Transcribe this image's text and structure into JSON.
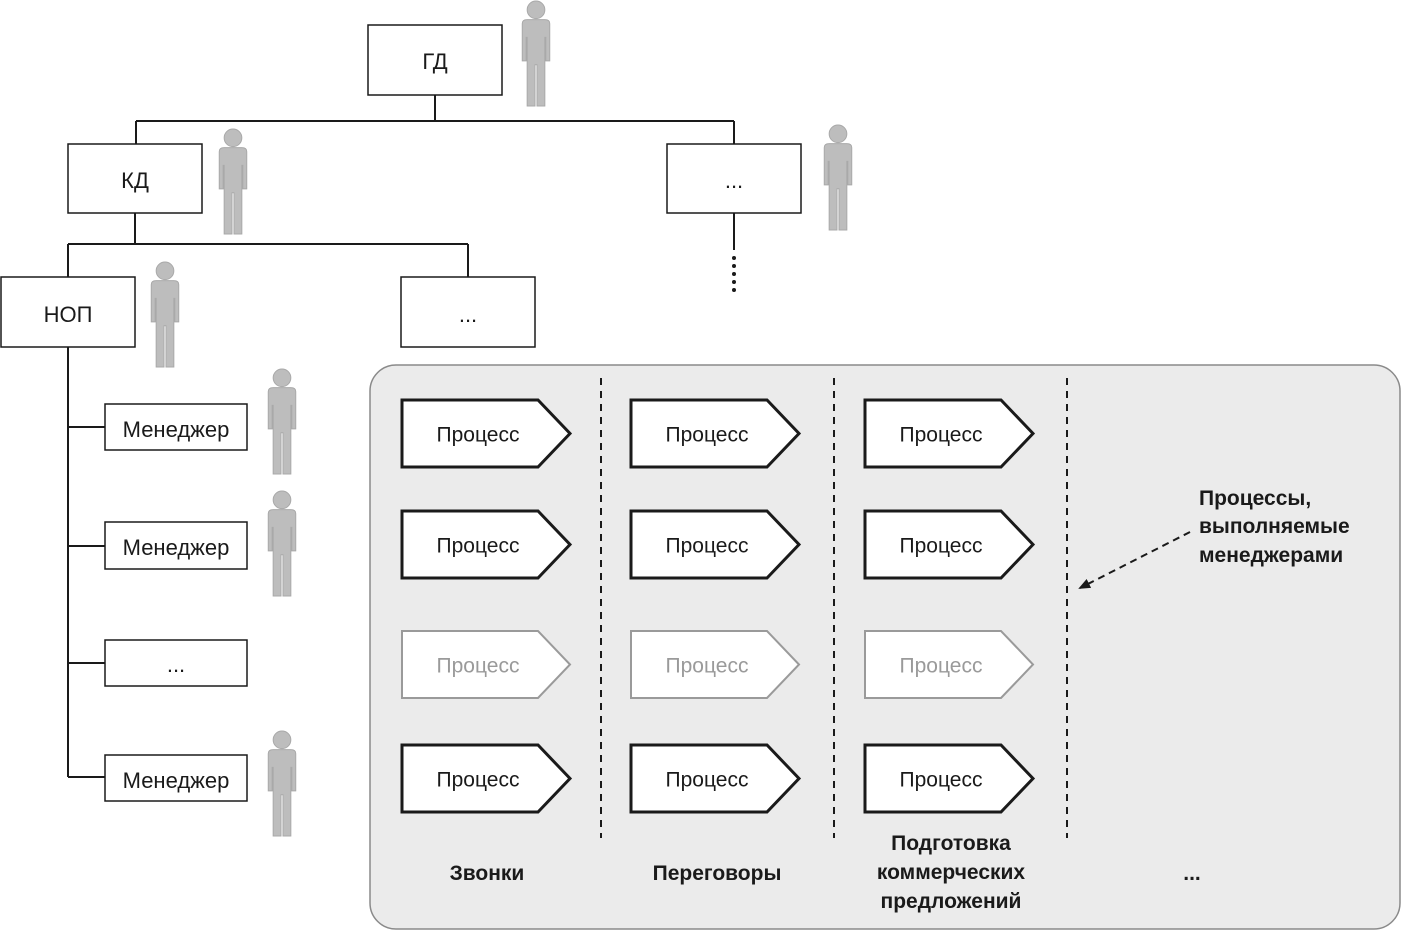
{
  "org": {
    "gd": "ГД",
    "kd": "КД",
    "top_more": "...",
    "nop": "НОП",
    "mid_more": "...",
    "managers": [
      "Менеджер",
      "Менеджер",
      "...",
      "Менеджер"
    ]
  },
  "processes": {
    "label": "Процесс",
    "columns": [
      "Звонки",
      "Переговоры",
      "Подготовка коммерческих предложений",
      "..."
    ],
    "column_lines": [
      [
        "Звонки"
      ],
      [
        "Переговоры"
      ],
      [
        "Подготовка",
        "коммерческих",
        "предложений"
      ],
      [
        "..."
      ]
    ]
  },
  "annotation": {
    "lines": [
      "Процессы,",
      "выполняемые",
      "менеджерами"
    ]
  },
  "colors": {
    "panel_fill": "#ebebeb",
    "person_fill": "#bdbdbd",
    "faded_stroke": "#9a9a9a"
  }
}
